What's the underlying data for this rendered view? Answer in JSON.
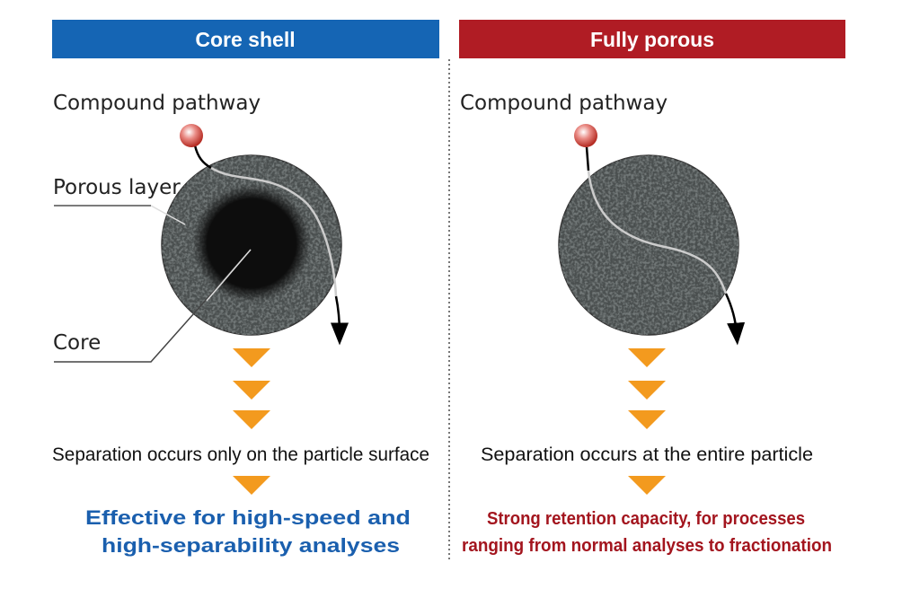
{
  "colors": {
    "core_shell": "#1565b4",
    "fully_porous": "#b01c24",
    "arrow": "#f39a1e",
    "blue_text": "#1a5fae",
    "red_text": "#a3151e"
  },
  "core_shell": {
    "title": "Core shell",
    "pathway_label": "Compound pathway",
    "porous_label": "Porous layer",
    "core_label": "Core",
    "separation_text": "Separation occurs only on the particle surface",
    "result_line1": "Effective for high-speed and",
    "result_line2": "high-separability analyses"
  },
  "fully_porous": {
    "title": "Fully porous",
    "pathway_label": "Compound pathway",
    "separation_text": "Separation occurs at the entire particle",
    "result_line1": "Strong retention capacity, for processes",
    "result_line2": "ranging from normal analyses to fractionation"
  }
}
